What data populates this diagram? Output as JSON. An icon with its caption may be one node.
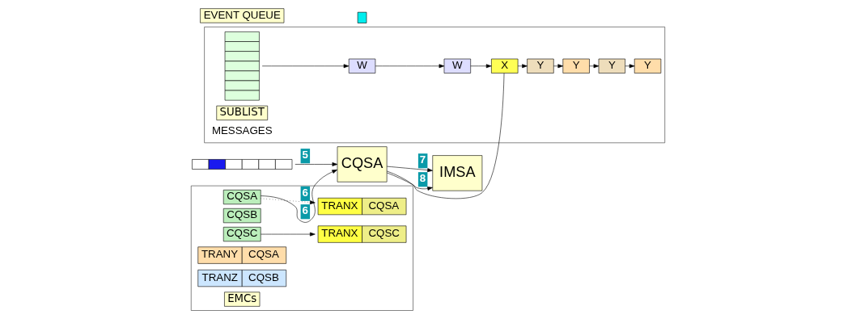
{
  "diagram": {
    "nodes": [
      {
        "text": [
          "IMSA"
        ]
      },
      {
        "text": [
          "CQSA"
        ]
      },
      {
        "text": [],
        "shape": "box"
      },
      {
        "text": [],
        "shape": "bar"
      },
      {
        "text": [],
        "shape": "box"
      },
      {
        "text": [],
        "shape": "box",
        "in": 4
      },
      {
        "text": [
          "W"
        ],
        "in": 4
      },
      {
        "text": [
          "W"
        ],
        "in": 4
      },
      {
        "text": [
          "X"
        ],
        "in": 4
      },
      {
        "text": [
          "Y"
        ],
        "in": 4
      },
      {
        "text": [
          "Y"
        ],
        "in": 4
      },
      {
        "text": [
          "Y"
        ],
        "in": 4
      },
      {
        "text": [
          "Y"
        ],
        "in": 4
      },
      {
        "text": [],
        "shape": "box"
      },
      {
        "text": [
          "EVENT QUEUE"
        ]
      },
      {
        "text": [
          "CQSA"
        ],
        "in": 13
      },
      {
        "text": [
          "CQSB"
        ],
        "in": 13
      },
      {
        "text": [
          "CQSC"
        ],
        "in": 13
      },
      {
        "text": [
          "TRANX",
          "CQSA"
        ],
        "in": 13
      },
      {
        "text": [
          "TRANX",
          "CQSC"
        ],
        "in": 13
      },
      {
        "text": [
          "TRANY",
          "CQSA"
        ],
        "in": 13
      },
      {
        "text": [
          "TRANZ",
          "CQSB"
        ],
        "in": 13
      }
    ],
    "edges": [
      {
        "from": 3,
        "to": 1,
        "arrow": "to",
        "label": "5"
      },
      {
        "from": 1,
        "to": 0,
        "arrow": "to",
        "label": "7"
      },
      {
        "from": 1,
        "to": 0,
        "arrow": "to",
        "label": "8"
      },
      {
        "from": 5,
        "to": 6,
        "arrow": "to"
      },
      {
        "from": 6,
        "to": 7,
        "arrow": "to"
      },
      {
        "from": 7,
        "to": 8,
        "arrow": "to"
      },
      {
        "from": 8,
        "to": 9,
        "arrow": "to"
      },
      {
        "from": 9,
        "to": 10,
        "arrow": "to"
      },
      {
        "from": 10,
        "to": 11,
        "arrow": "to"
      },
      {
        "from": 11,
        "to": 12,
        "arrow": "to"
      },
      {
        "from": 8,
        "to": 1,
        "arrow": "none"
      },
      {
        "from": 15,
        "to": 1,
        "arrow": "to",
        "label": "6"
      },
      {
        "from": 15,
        "to": 18,
        "arrow": "to",
        "label": "6",
        "style": "dashed"
      },
      {
        "from": 17,
        "to": 19,
        "arrow": "to"
      }
    ],
    "labels": [
      "SUBLIST",
      "MESSAGES",
      "EMCs"
    ]
  }
}
